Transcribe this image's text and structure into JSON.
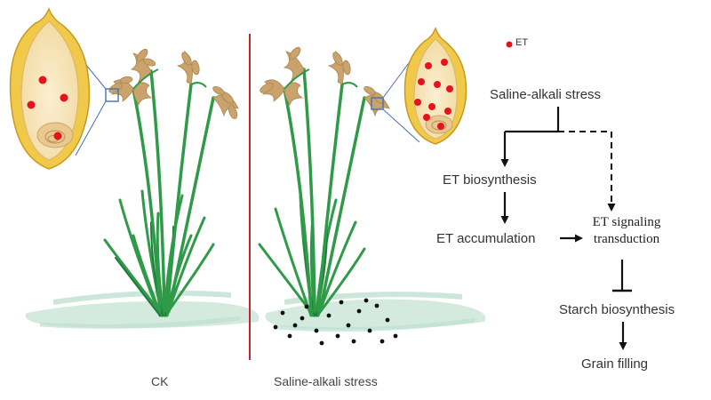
{
  "legend": {
    "marker_label": "ET",
    "marker_color": "#e8121b"
  },
  "panels": {
    "control_label": "CK",
    "stress_label": "Saline-alkali stress"
  },
  "flow": {
    "stress": "Saline-alkali stress",
    "biosynthesis": "ET biosynthesis",
    "accumulation": "ET accumulation",
    "signaling_line1": "ET signaling",
    "signaling_line2": "transduction",
    "starch": "Starch biosynthesis",
    "filling": "Grain filling"
  },
  "colors": {
    "divider": "#c0262d",
    "leaf": "#2f9a48",
    "leaf_dark": "#1f7a3a",
    "panicle": "#c9a36b",
    "grain_shell": "#f0c94a",
    "grain_fill": "#f7e3b5",
    "ground": "#cfe8dc",
    "salt_dot": "#111111"
  }
}
